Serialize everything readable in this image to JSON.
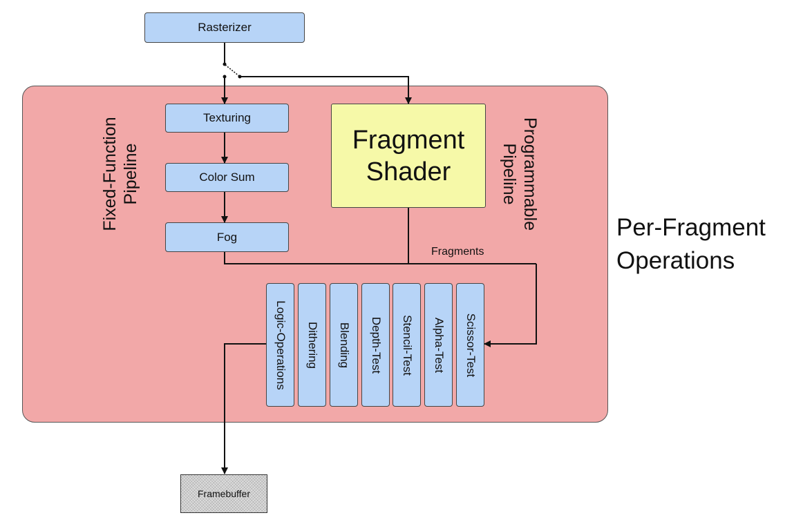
{
  "colors": {
    "panel_fill": "#f2a8a8",
    "stage_fill": "#b7d4f7",
    "shader_fill": "#f6f9a8",
    "line": "#111111"
  },
  "nodes": {
    "rasterizer": "Rasterizer",
    "texturing": "Texturing",
    "color_sum": "Color Sum",
    "fog": "Fog",
    "fragment_shader_line1": "Fragment",
    "fragment_shader_line2": "Shader",
    "framebuffer": "Framebuffer"
  },
  "pipeline_labels": {
    "fixed_function_line1": "Fixed-Function",
    "fixed_function_line2": "Pipeline",
    "programmable_line1": "Programmable",
    "programmable_line2": "Pipeline"
  },
  "edge_labels": {
    "fragments": "Fragments"
  },
  "region_label": {
    "line1": "Per-Fragment",
    "line2": "Operations"
  },
  "operations": [
    "Logic-Operations",
    "Dithering",
    "Blending",
    "Depth-Test",
    "Stencil-Test",
    "Alpha-Test",
    "Scissor-Test"
  ]
}
